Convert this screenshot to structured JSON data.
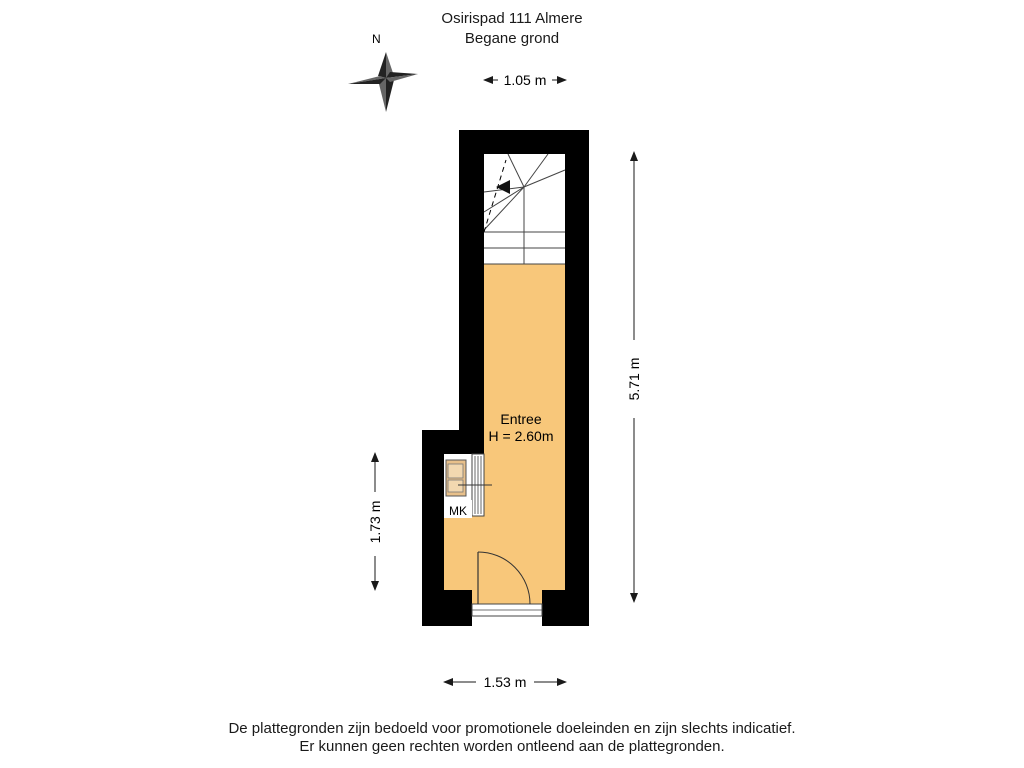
{
  "header": {
    "address": "Osirispad 111 Almere",
    "floor": "Begane grond"
  },
  "compass": {
    "north_label": "N",
    "icon": "compass-rose-icon"
  },
  "dimensions": {
    "top_width": "1.05 m",
    "right_height": "5.71 m",
    "left_height": "1.73 m",
    "bottom_width": "1.53 m"
  },
  "rooms": [
    {
      "name": "Entree",
      "height": "H = 2.60m"
    }
  ],
  "labels": {
    "meter_cupboard": "MK"
  },
  "colors": {
    "floor_fill": "#f8c77a",
    "wall": "#000000",
    "background": "#ffffff"
  },
  "footer": {
    "line1": "De plattegronden zijn bedoeld voor promotionele doeleinden en zijn slechts indicatief.",
    "line2": "Er kunnen geen rechten worden ontleend aan de plattegronden."
  }
}
